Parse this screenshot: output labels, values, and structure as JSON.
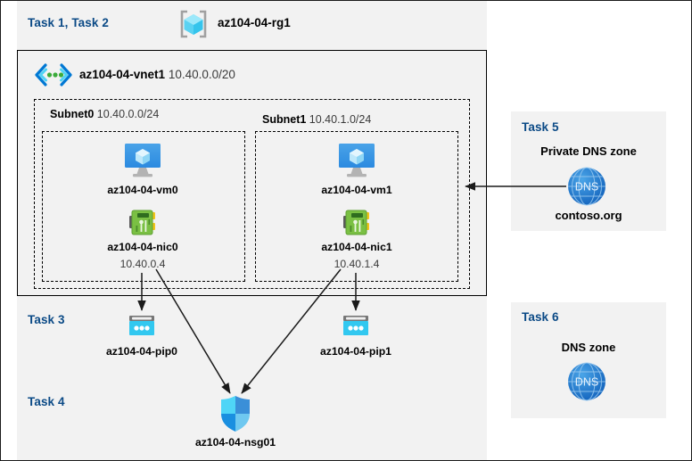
{
  "diagram": {
    "resource_group": {
      "task_label": "Task 1, Task 2",
      "name": "az104-04-rg1",
      "icon": "resource-group-icon"
    },
    "vnet": {
      "name": "az104-04-vnet1",
      "cidr": "10.40.0.0/20",
      "icon": "virtual-network-icon"
    },
    "subnets": [
      {
        "name": "Subnet0",
        "cidr": "10.40.0.0/24",
        "vm": {
          "name": "az104-04-vm0",
          "icon": "virtual-machine-icon"
        },
        "nic": {
          "name": "az104-04-nic0",
          "ip": "10.40.0.4",
          "icon": "network-interface-icon"
        }
      },
      {
        "name": "Subnet1",
        "cidr": "10.40.1.0/24",
        "vm": {
          "name": "az104-04-vm1",
          "icon": "virtual-machine-icon"
        },
        "nic": {
          "name": "az104-04-nic1",
          "ip": "10.40.1.4",
          "icon": "network-interface-icon"
        }
      }
    ],
    "task3": {
      "task_label": "Task 3",
      "public_ips": [
        {
          "name": "az104-04-pip0",
          "icon": "public-ip-address-icon"
        },
        {
          "name": "az104-04-pip1",
          "icon": "public-ip-address-icon"
        }
      ]
    },
    "task4": {
      "task_label": "Task 4",
      "nsg": {
        "name": "az104-04-nsg01",
        "icon": "network-security-group-icon"
      }
    },
    "task5": {
      "task_label": "Task 5",
      "heading": "Private DNS zone",
      "zone_name": "contoso.org",
      "icon": "dns-zone-icon",
      "icon_text": "DNS"
    },
    "task6": {
      "task_label": "Task 6",
      "heading": "DNS zone",
      "icon": "dns-zone-icon",
      "icon_text": "DNS"
    },
    "colors": {
      "task_label": "#0b4a86",
      "region_fill": "#f2f2f2",
      "page_bg": "#ffffff",
      "border": "#000000",
      "azure_blue": "#0078d4",
      "cyan": "#32c8f0",
      "nic_green": "#6cb33f",
      "dns_blue": "#1e7ad4",
      "arrow": "#1a1a1a"
    }
  }
}
